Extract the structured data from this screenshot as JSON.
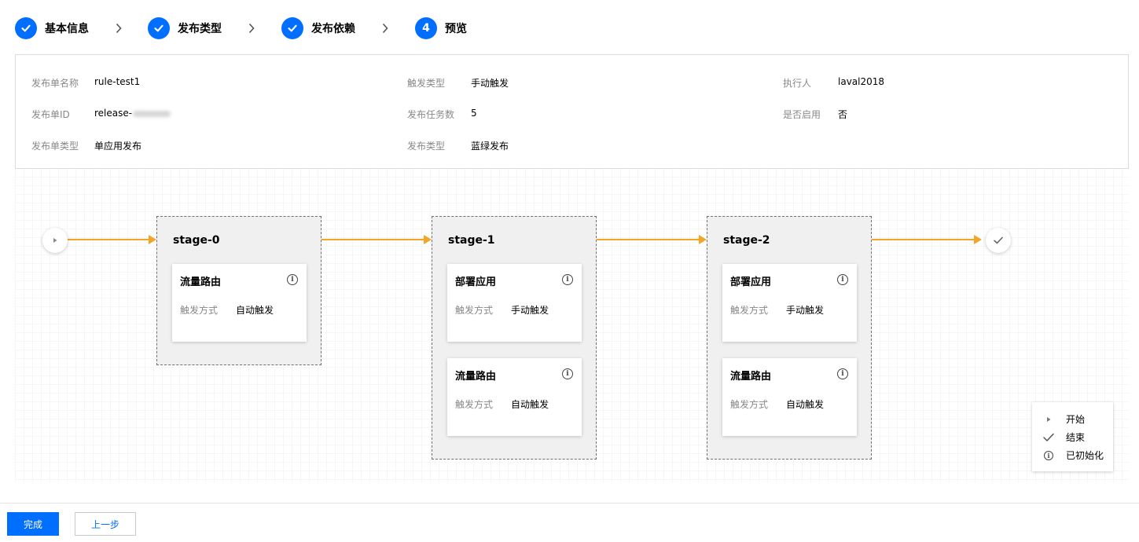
{
  "steps": [
    {
      "label": "基本信息",
      "status": "done"
    },
    {
      "label": "发布类型",
      "status": "done"
    },
    {
      "label": "发布依赖",
      "status": "done"
    },
    {
      "label": "预览",
      "status": "current",
      "number": "4"
    }
  ],
  "info": {
    "release_name_label": "发布单名称",
    "release_name": "rule-test1",
    "release_id_label": "发布单ID",
    "release_id": "release-",
    "release_kind_label": "发布单类型",
    "release_kind": "单应用发布",
    "trigger_type_label": "触发类型",
    "trigger_type": "手动触发",
    "task_count_label": "发布任务数",
    "task_count": "5",
    "release_type_label": "发布类型",
    "release_type": "蓝绿发布",
    "executor_label": "执行人",
    "executor": "laval2018",
    "enabled_label": "是否启用",
    "enabled": "否"
  },
  "stages": [
    {
      "title": "stage-0",
      "tasks": [
        {
          "title": "流量路由",
          "label": "触发方式",
          "value": "自动触发"
        }
      ]
    },
    {
      "title": "stage-1",
      "tasks": [
        {
          "title": "部署应用",
          "label": "触发方式",
          "value": "手动触发"
        },
        {
          "title": "流量路由",
          "label": "触发方式",
          "value": "自动触发"
        }
      ]
    },
    {
      "title": "stage-2",
      "tasks": [
        {
          "title": "部署应用",
          "label": "触发方式",
          "value": "手动触发"
        },
        {
          "title": "流量路由",
          "label": "触发方式",
          "value": "自动触发"
        }
      ]
    }
  ],
  "legend": {
    "start": "开始",
    "end": "结束",
    "initialized": "已初始化"
  },
  "footer": {
    "finish": "完成",
    "prev": "上一步"
  },
  "colors": {
    "primary": "#006eff",
    "arrow": "#f2a527"
  },
  "icons": {
    "step_done": "check-icon",
    "step_sep": "chevron-right-icon",
    "start": "play-icon",
    "end": "check-icon",
    "info": "info-icon"
  }
}
